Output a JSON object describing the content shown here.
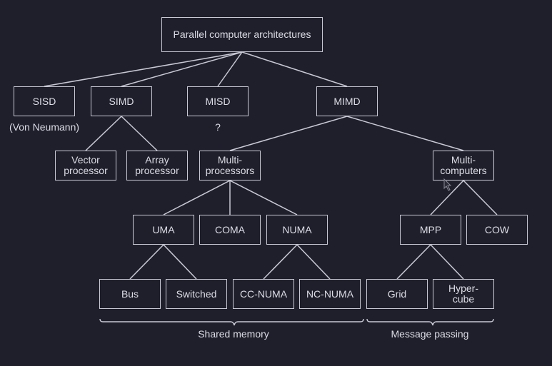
{
  "diagram": {
    "nodes": {
      "root": "Parallel computer architectures",
      "sisd": "SISD",
      "simd": "SIMD",
      "misd": "MISD",
      "mimd": "MIMD",
      "vector": "Vector\nprocessor",
      "array": "Array\nprocessor",
      "multiprocessors": "Multi-\nprocessors",
      "multicomputers": "Multi-\ncomputers",
      "uma": "UMA",
      "coma": "COMA",
      "numa": "NUMA",
      "mpp": "MPP",
      "cow": "COW",
      "bus": "Bus",
      "switched": "Switched",
      "ccnuma": "CC-NUMA",
      "ncnuma": "NC-NUMA",
      "grid": "Grid",
      "hypercube": "Hyper-\ncube"
    },
    "notes": {
      "sisd": "(Von Neumann)",
      "misd": "?",
      "shared_memory": "Shared memory",
      "message_passing": "Message passing"
    },
    "edges": [
      [
        "root",
        "sisd"
      ],
      [
        "root",
        "simd"
      ],
      [
        "root",
        "misd"
      ],
      [
        "root",
        "mimd"
      ],
      [
        "simd",
        "vector"
      ],
      [
        "simd",
        "array"
      ],
      [
        "mimd",
        "multiprocessors"
      ],
      [
        "mimd",
        "multicomputers"
      ],
      [
        "multiprocessors",
        "uma"
      ],
      [
        "multiprocessors",
        "coma"
      ],
      [
        "multiprocessors",
        "numa"
      ],
      [
        "multicomputers",
        "mpp"
      ],
      [
        "multicomputers",
        "cow"
      ],
      [
        "uma",
        "bus"
      ],
      [
        "uma",
        "switched"
      ],
      [
        "numa",
        "ccnuma"
      ],
      [
        "numa",
        "ncnuma"
      ],
      [
        "mpp",
        "grid"
      ],
      [
        "mpp",
        "hypercube"
      ]
    ]
  }
}
